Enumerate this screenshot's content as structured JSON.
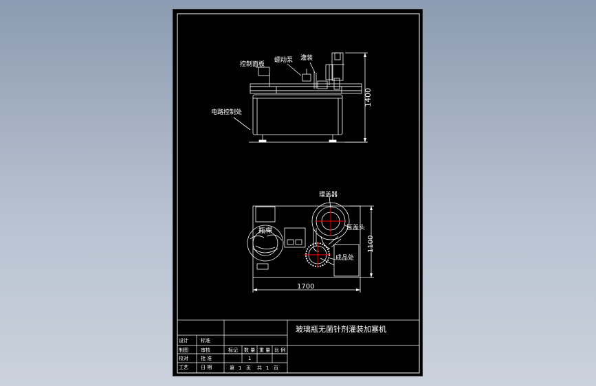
{
  "drawing": {
    "front_view": {
      "labels": {
        "control_panel": "控制面板",
        "peristaltic_pump": "蠕动泵",
        "filling": "灌装",
        "circuit_control": "电路控制处"
      },
      "dimension_height": "1400"
    },
    "top_view": {
      "labels": {
        "sorter": "理盖器",
        "bottle_tray": "瓶桿",
        "capping_head": "压盖头",
        "finished_product": "成品处"
      },
      "dimension_width": "1700",
      "dimension_depth": "1100"
    }
  },
  "title_block": {
    "title": "玻璃瓶无菌针剂灌装加塞机",
    "row_labels": [
      "设计",
      "制图",
      "校对",
      "工艺"
    ],
    "row_values": [
      "标准",
      "审核",
      "批 准",
      "日 期"
    ],
    "mid_headers": [
      "标记",
      "数 量",
      "重 量",
      "比 例"
    ],
    "quantity": "1",
    "pages": [
      "第",
      "1",
      "页",
      "共",
      "1",
      "页"
    ]
  },
  "colors": {
    "background": "#000000",
    "lines": "#ffffff",
    "centerline": "#ff0000"
  }
}
